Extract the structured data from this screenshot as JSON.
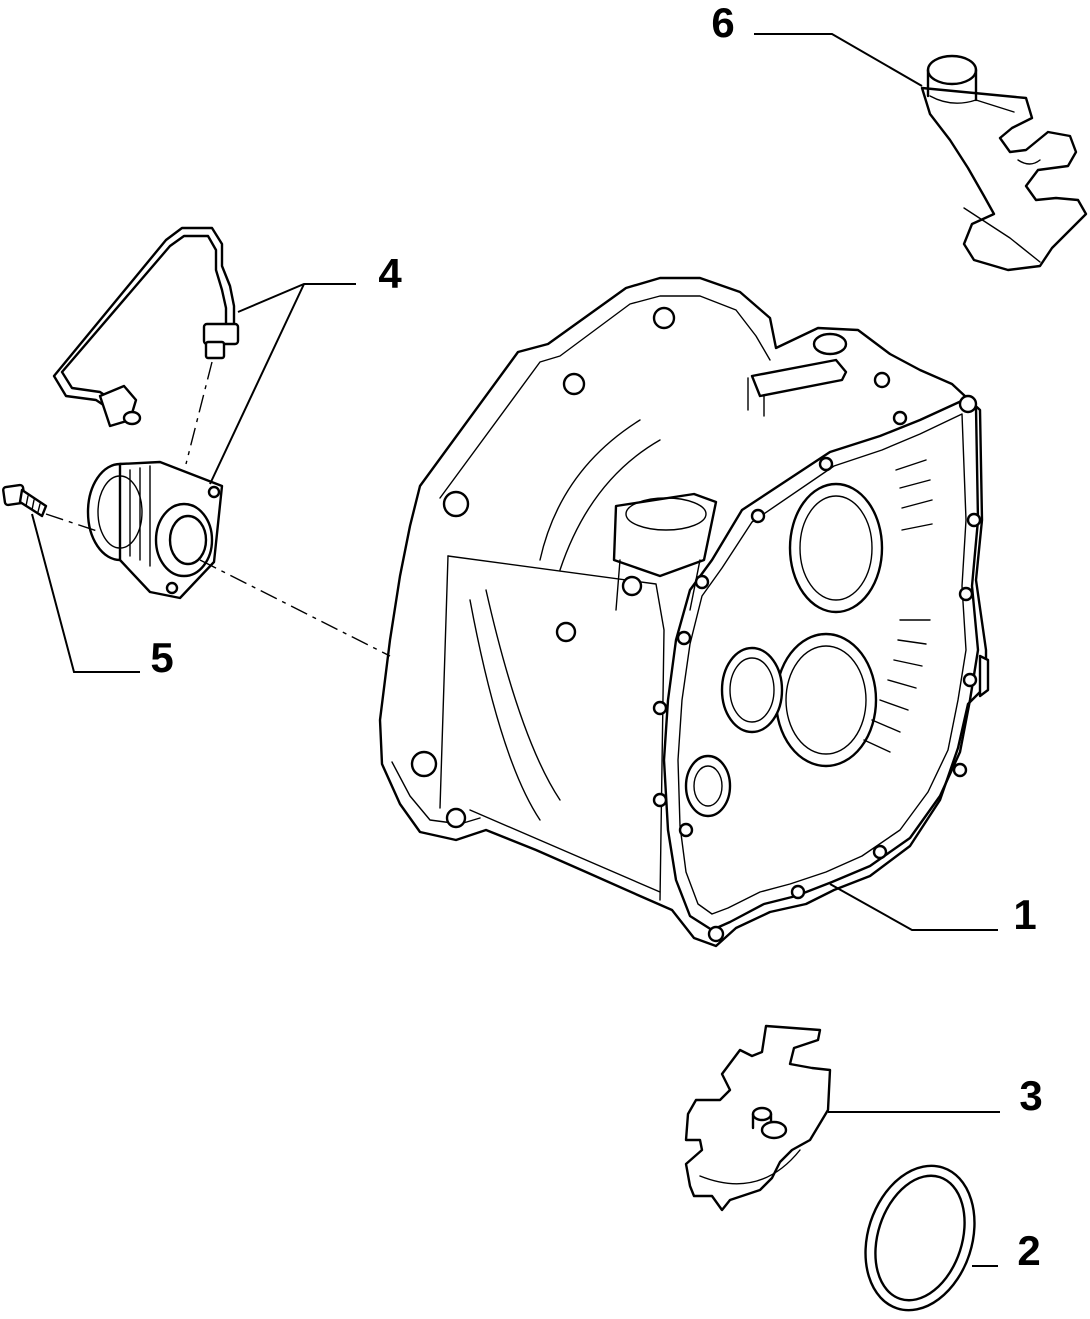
{
  "callouts": [
    {
      "id": "lbl-6",
      "label": "6"
    },
    {
      "id": "lbl-4",
      "label": "4"
    },
    {
      "id": "lbl-5",
      "label": "5"
    },
    {
      "id": "lbl-1",
      "label": "1"
    },
    {
      "id": "lbl-3",
      "label": "3"
    },
    {
      "id": "lbl-2",
      "label": "2"
    }
  ],
  "parts": {
    "p1": "gearbox-housing",
    "p2": "sealing-ring",
    "p3": "oil-deflector-plate",
    "p4": "clutch-hydraulic-pipe",
    "p4b": "concentric-slave-cylinder",
    "p5": "bolt",
    "p6": "bracket"
  },
  "colors": {
    "line": "#000000",
    "background": "#ffffff"
  }
}
